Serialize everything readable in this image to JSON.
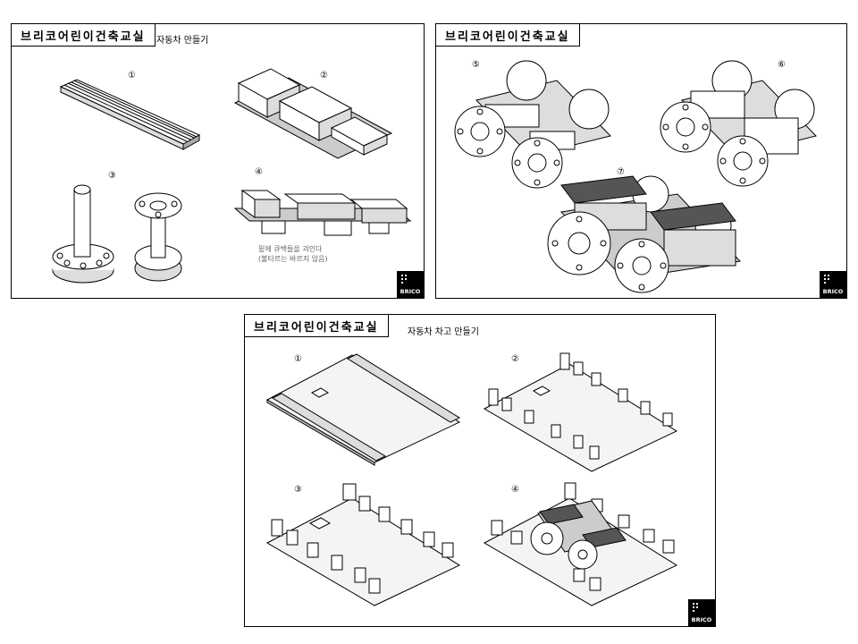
{
  "panels": [
    {
      "title": "브리코어린이건축교실",
      "subtitle": "자동차 만들기",
      "steps": [
        "①",
        "②",
        "③",
        "④"
      ],
      "note": [
        "밑에 큐백들을 괴인다",
        "(불타르는 바르지 않음)"
      ],
      "logo": "BRICO"
    },
    {
      "title": "브리코어린이건축교실",
      "steps": [
        "⑤",
        "⑥",
        "⑦"
      ],
      "logo": "BRICO"
    },
    {
      "title": "브리코어린이건축교실",
      "subtitle": "자동차 차고 만들기",
      "steps": [
        "①",
        "②",
        "③",
        "④"
      ],
      "logo": "BRICO"
    }
  ]
}
